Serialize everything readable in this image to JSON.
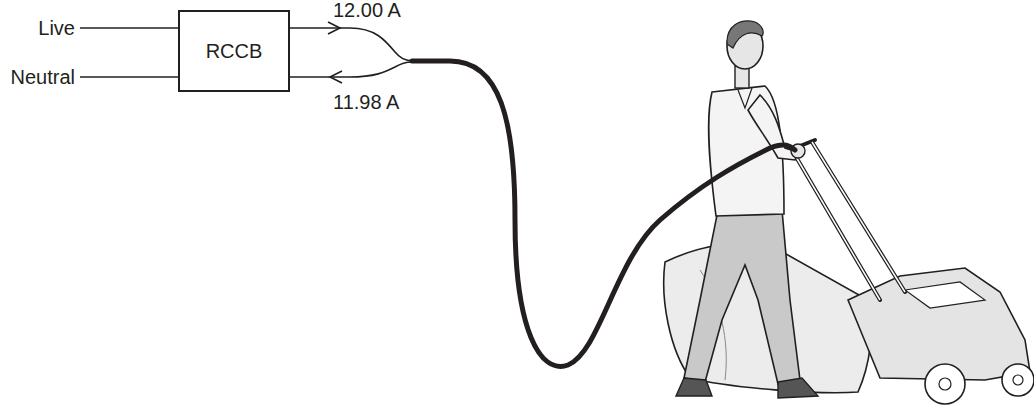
{
  "diagram": {
    "nodes": [
      {
        "text": [
          "RCCB"
        ]
      }
    ],
    "labels": [
      "Live",
      "Neutral",
      "12.00 A",
      "11.98 A"
    ]
  }
}
